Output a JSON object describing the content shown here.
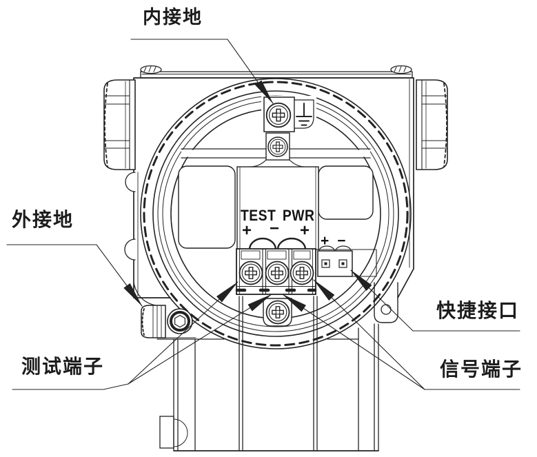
{
  "figure": {
    "title_hint": "pressure transmitter terminal compartment diagram",
    "callouts": {
      "internal_ground": "内接地",
      "external_ground": "外接地",
      "test_terminal": "测试端子",
      "quick_interface": "快捷接口",
      "signal_terminal": "信号端子"
    },
    "panel": {
      "test_label": "TEST",
      "pwr_label": "PWR",
      "test_plus": "+",
      "shared_minus": "−",
      "pwr_plus": "+"
    },
    "connector": {
      "plus": "+",
      "minus": "−"
    },
    "colors": {
      "ink": "#222222",
      "paper": "#ffffff"
    }
  }
}
